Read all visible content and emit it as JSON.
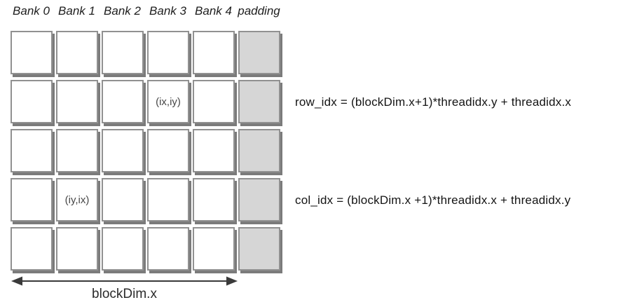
{
  "diagram": {
    "bank_labels": [
      "Bank 0",
      "Bank 1",
      "Bank 2",
      "Bank 3",
      "Bank 4",
      "padding"
    ],
    "grid": {
      "rows": 5,
      "cols": 6,
      "padding_col_index": 5,
      "annotated_cells": [
        {
          "row": 1,
          "col": 3,
          "label": "(ix,iy)"
        },
        {
          "row": 3,
          "col": 1,
          "label": "(iy,ix)"
        }
      ]
    },
    "formulas": {
      "row_idx": "row_idx = (blockDim.x+1)*threadidx.y + threadidx.x",
      "col_idx": "col_idx = (blockDim.x +1)*threadidx.x + threadidx.y"
    },
    "arrow_label": "blockDim.x",
    "colors": {
      "padding_fill": "#d6d6d6",
      "cell_border": "#919191",
      "cell_shadow": "#7b7b7b",
      "label_text": "#1e1e1e",
      "cell_text": "#474747"
    }
  }
}
